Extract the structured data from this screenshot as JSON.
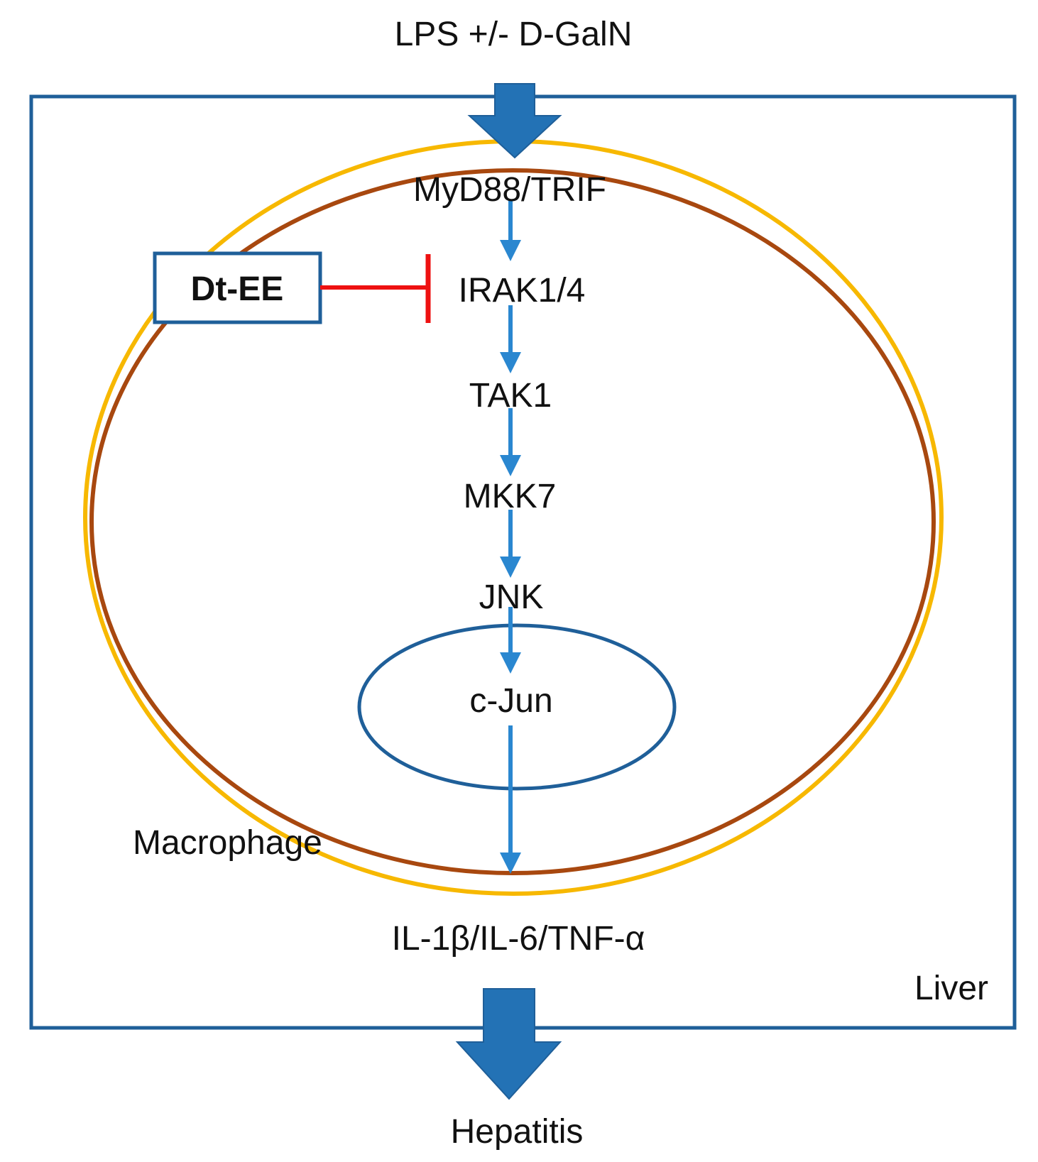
{
  "diagram": {
    "input_label": "LPS +/- D-GalN",
    "output_label": "Hepatitis",
    "liver_label": "Liver",
    "macrophage_label": "Macrophage",
    "inhibitor_label": "Dt-EE",
    "cytokines_label": "IL-1β/IL-6/TNF-α",
    "pathway": [
      "MyD88/TRIF",
      "IRAK1/4",
      "TAK1",
      "MKK7",
      "JNK",
      "c-Jun"
    ],
    "colors": {
      "liver_border": "#1f5f99",
      "big_arrow": "#2372b5",
      "macrophage_outer": "#f7b800",
      "macrophage_inner": "#a8480f",
      "nucleus": "#1f5f99",
      "pathway_arrow": "#2a87d0",
      "inhibition": "#ee1111",
      "inhibitor_box_border": "#1f5f99"
    }
  }
}
